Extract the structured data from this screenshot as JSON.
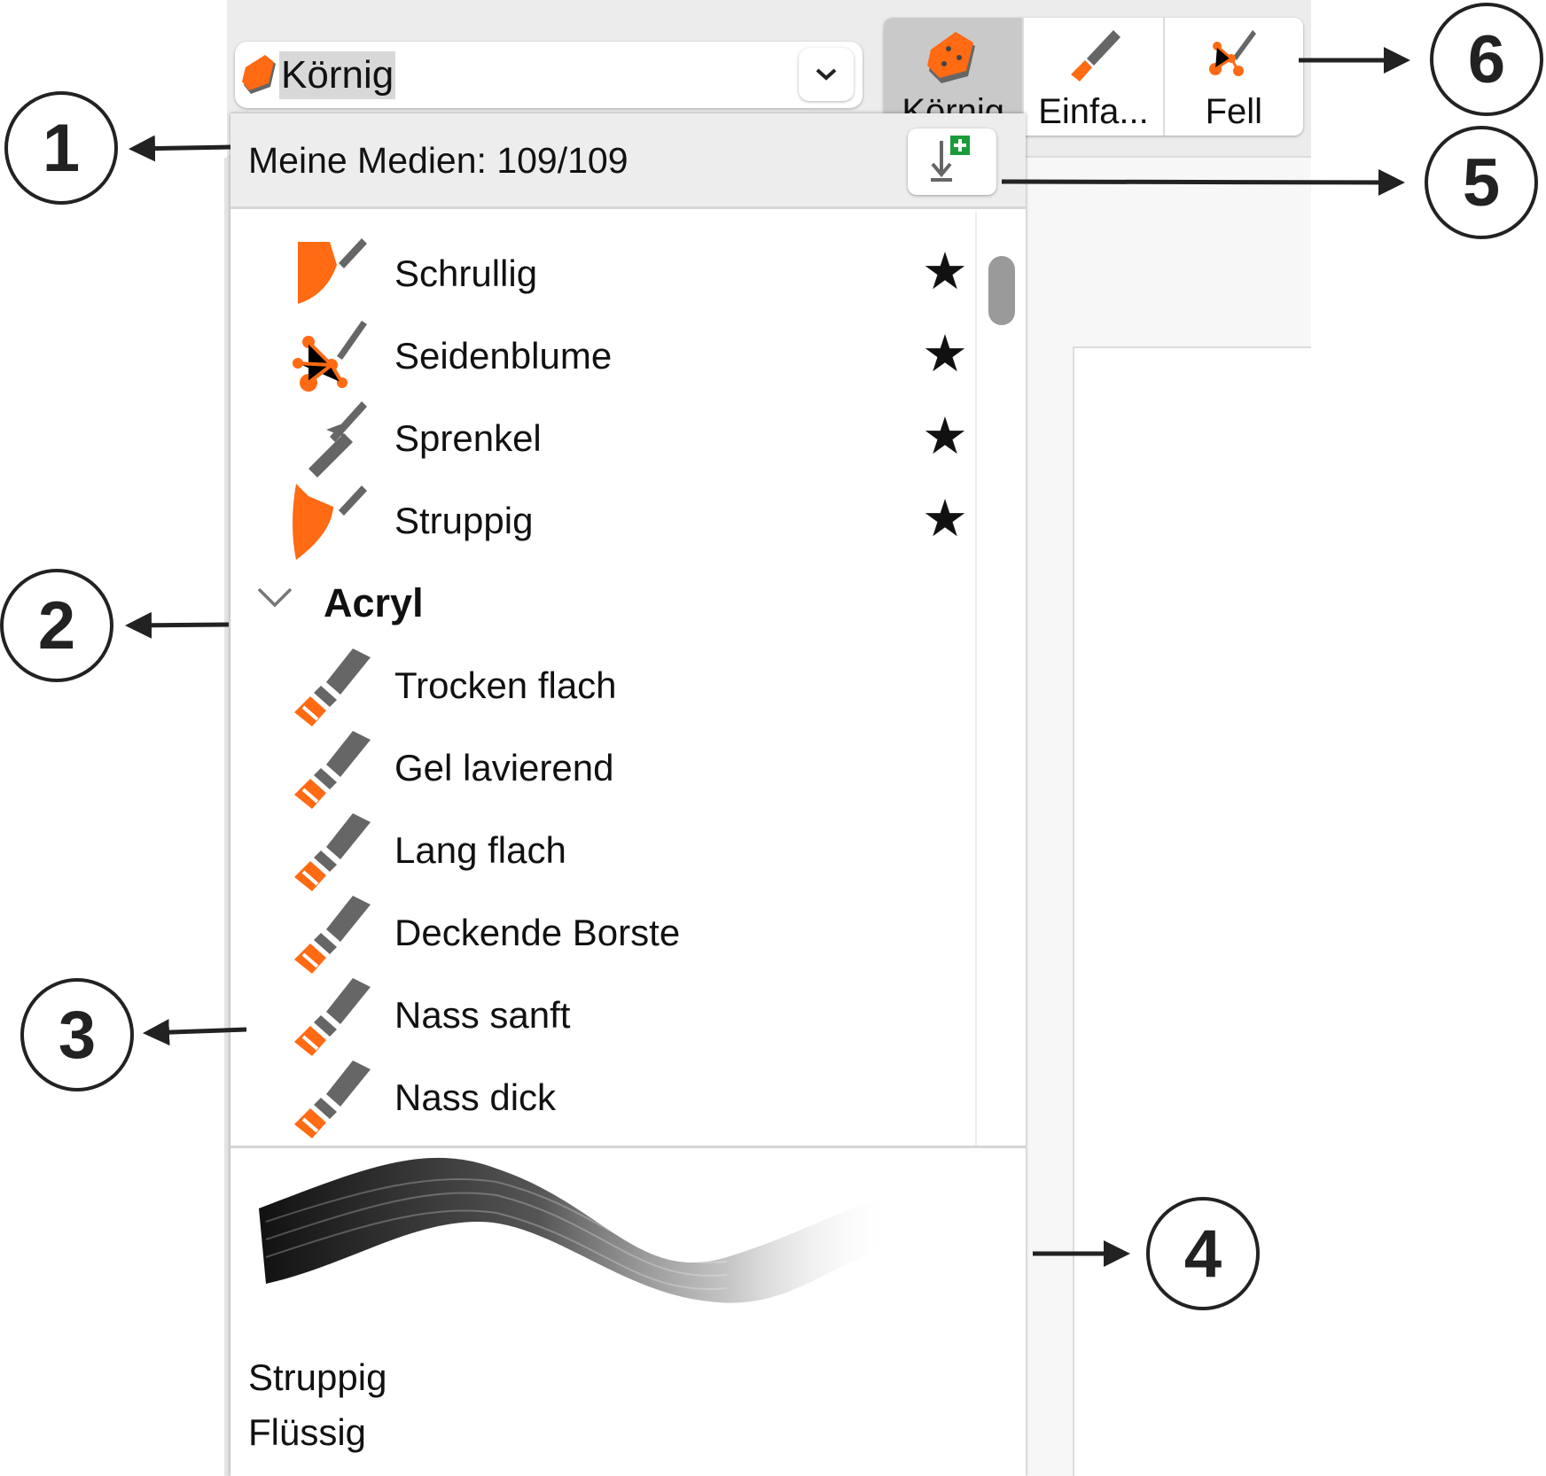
{
  "toolbar": {
    "selected_category": "Körnig",
    "recent_tabs": [
      {
        "label": "Körnig",
        "icon": "sponge-icon",
        "active": true
      },
      {
        "label": "Einfa...",
        "icon": "marker-icon"
      },
      {
        "label": "Fell",
        "icon": "fur-brush-icon"
      }
    ]
  },
  "panel": {
    "header": "Meine Medien: 109/109",
    "import_icon": "import-media-icon",
    "favorites": [
      {
        "label": "Schrullig"
      },
      {
        "label": "Seidenblume"
      },
      {
        "label": "Sprenkel"
      },
      {
        "label": "Struppig"
      }
    ],
    "category": {
      "label": "Acryl",
      "expanded": true,
      "items": [
        {
          "label": "Trocken flach"
        },
        {
          "label": "Gel lavierend"
        },
        {
          "label": "Lang flach"
        },
        {
          "label": "Deckende Borste"
        },
        {
          "label": "Nass sanft"
        },
        {
          "label": "Nass dick"
        }
      ]
    },
    "preview": {
      "name": "Struppig",
      "category": "Flüssig"
    }
  },
  "callouts": [
    "1",
    "2",
    "3",
    "4",
    "5",
    "6"
  ],
  "colors": {
    "accent": "#ff6a13",
    "icon_gray": "#666666"
  }
}
